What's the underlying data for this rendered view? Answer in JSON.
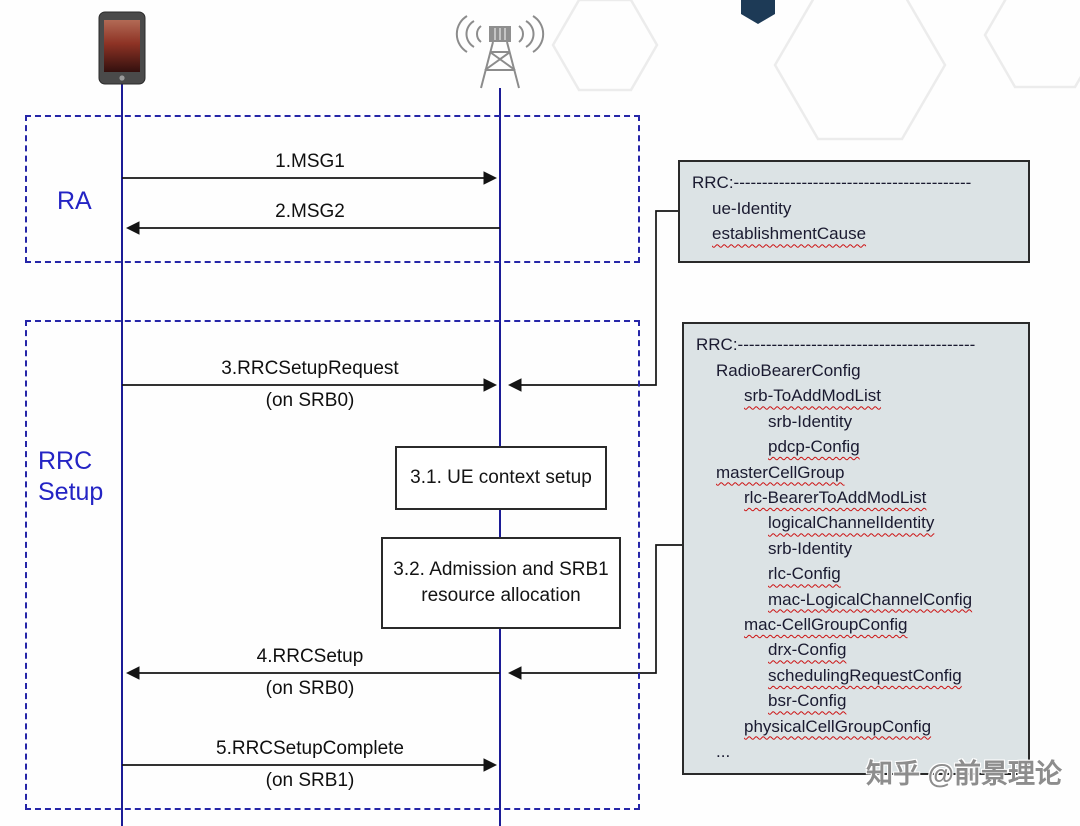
{
  "groups": {
    "ra": {
      "label": "RA"
    },
    "rrc": {
      "label": "RRC\nSetup"
    }
  },
  "messages": {
    "msg1": {
      "label": "1.MSG1"
    },
    "msg2": {
      "label": "2.MSG2"
    },
    "msg3": {
      "label": "3.RRCSetupRequest",
      "sub": "(on SRB0)"
    },
    "msg4": {
      "label": "4.RRCSetup",
      "sub": "(on SRB0)"
    },
    "msg5": {
      "label": "5.RRCSetupComplete",
      "sub": "(on SRB1)"
    }
  },
  "steps": {
    "step31": {
      "label": "3.1. UE context setup"
    },
    "step32": {
      "label": "3.2. Admission and SRB1 resource allocation"
    }
  },
  "callout1": {
    "header": "RRC:------------------------------------------",
    "items": [
      {
        "text": "ue-Identity",
        "indent": 1,
        "wavy": false
      },
      {
        "text": "establishmentCause",
        "indent": 1,
        "wavy": true
      }
    ]
  },
  "callout2": {
    "header": "RRC:------------------------------------------",
    "items": [
      {
        "text": "RadioBearerConfig",
        "indent": 1,
        "wavy": false
      },
      {
        "text": "srb-ToAddModList",
        "indent": 2,
        "wavy": true
      },
      {
        "text": "srb-Identity",
        "indent": 3,
        "wavy": false
      },
      {
        "text": "pdcp-Config",
        "indent": 3,
        "wavy": true
      },
      {
        "text": "masterCellGroup",
        "indent": 1,
        "wavy": true
      },
      {
        "text": "rlc-BearerToAddModList",
        "indent": 2,
        "wavy": true
      },
      {
        "text": "logicalChannelIdentity",
        "indent": 3,
        "wavy": true
      },
      {
        "text": "srb-Identity",
        "indent": 3,
        "wavy": false
      },
      {
        "text": "rlc-Config",
        "indent": 3,
        "wavy": true
      },
      {
        "text": "mac-LogicalChannelConfig",
        "indent": 3,
        "wavy": true
      },
      {
        "text": "mac-CellGroupConfig",
        "indent": 2,
        "wavy": true
      },
      {
        "text": "drx-Config",
        "indent": 3,
        "wavy": true
      },
      {
        "text": "schedulingRequestConfig",
        "indent": 3,
        "wavy": true
      },
      {
        "text": "bsr-Config",
        "indent": 3,
        "wavy": true
      },
      {
        "text": "physicalCellGroupConfig",
        "indent": 2,
        "wavy": true
      },
      {
        "text": "...",
        "indent": 1,
        "wavy": false
      }
    ]
  },
  "colors": {
    "lifeline": "#1c1c96",
    "group_border": "#2626a8",
    "group_label": "#2424c4",
    "callout_bg": "#dce3e5",
    "wavy_underline": "#cc1111",
    "arrow": "#141414"
  },
  "watermark": "知乎 @前景理论"
}
